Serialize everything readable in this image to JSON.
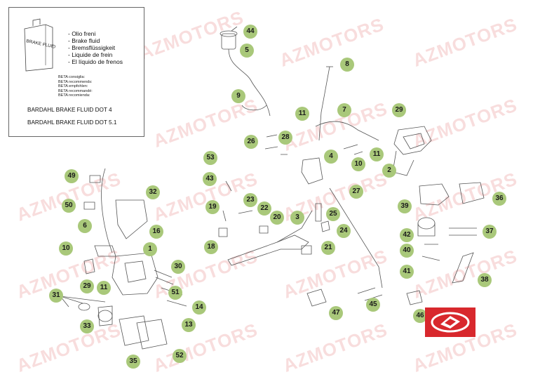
{
  "watermark": "AZMOTORS",
  "info_box": {
    "can_label": "BRAKE FLUID",
    "fluids": [
      "- Olio freni",
      "- Brake fluid",
      "- Bremsflüssigkeit",
      "- Liquide de frein",
      "- El líquido de frenos"
    ],
    "recommend": [
      "BETA consiglia:",
      "BETA recommends:",
      "BETA empfohlen:",
      "BETA recommandé:",
      "BETA recomienda:"
    ],
    "dot4": "BARDAHL BRAKE FLUID DOT 4",
    "dot51": "BARDAHL BRAKE FLUID DOT 5.1"
  },
  "callouts": [
    "44",
    "5",
    "8",
    "9",
    "11",
    "7",
    "29",
    "26",
    "28",
    "4",
    "11",
    "10",
    "2",
    "53",
    "43",
    "27",
    "49",
    "32",
    "50",
    "23",
    "22",
    "25",
    "19",
    "20",
    "3",
    "16",
    "6",
    "24",
    "39",
    "36",
    "42",
    "37",
    "10",
    "1",
    "18",
    "21",
    "40",
    "30",
    "41",
    "38",
    "31",
    "29",
    "11",
    "51",
    "14",
    "47",
    "45",
    "46",
    "13",
    "33",
    "35",
    "52"
  ],
  "colors": {
    "callout": "#a9c87a",
    "watermark": "#e89696",
    "logo": "#d8282d"
  },
  "logo_name": "azmotors-logo"
}
